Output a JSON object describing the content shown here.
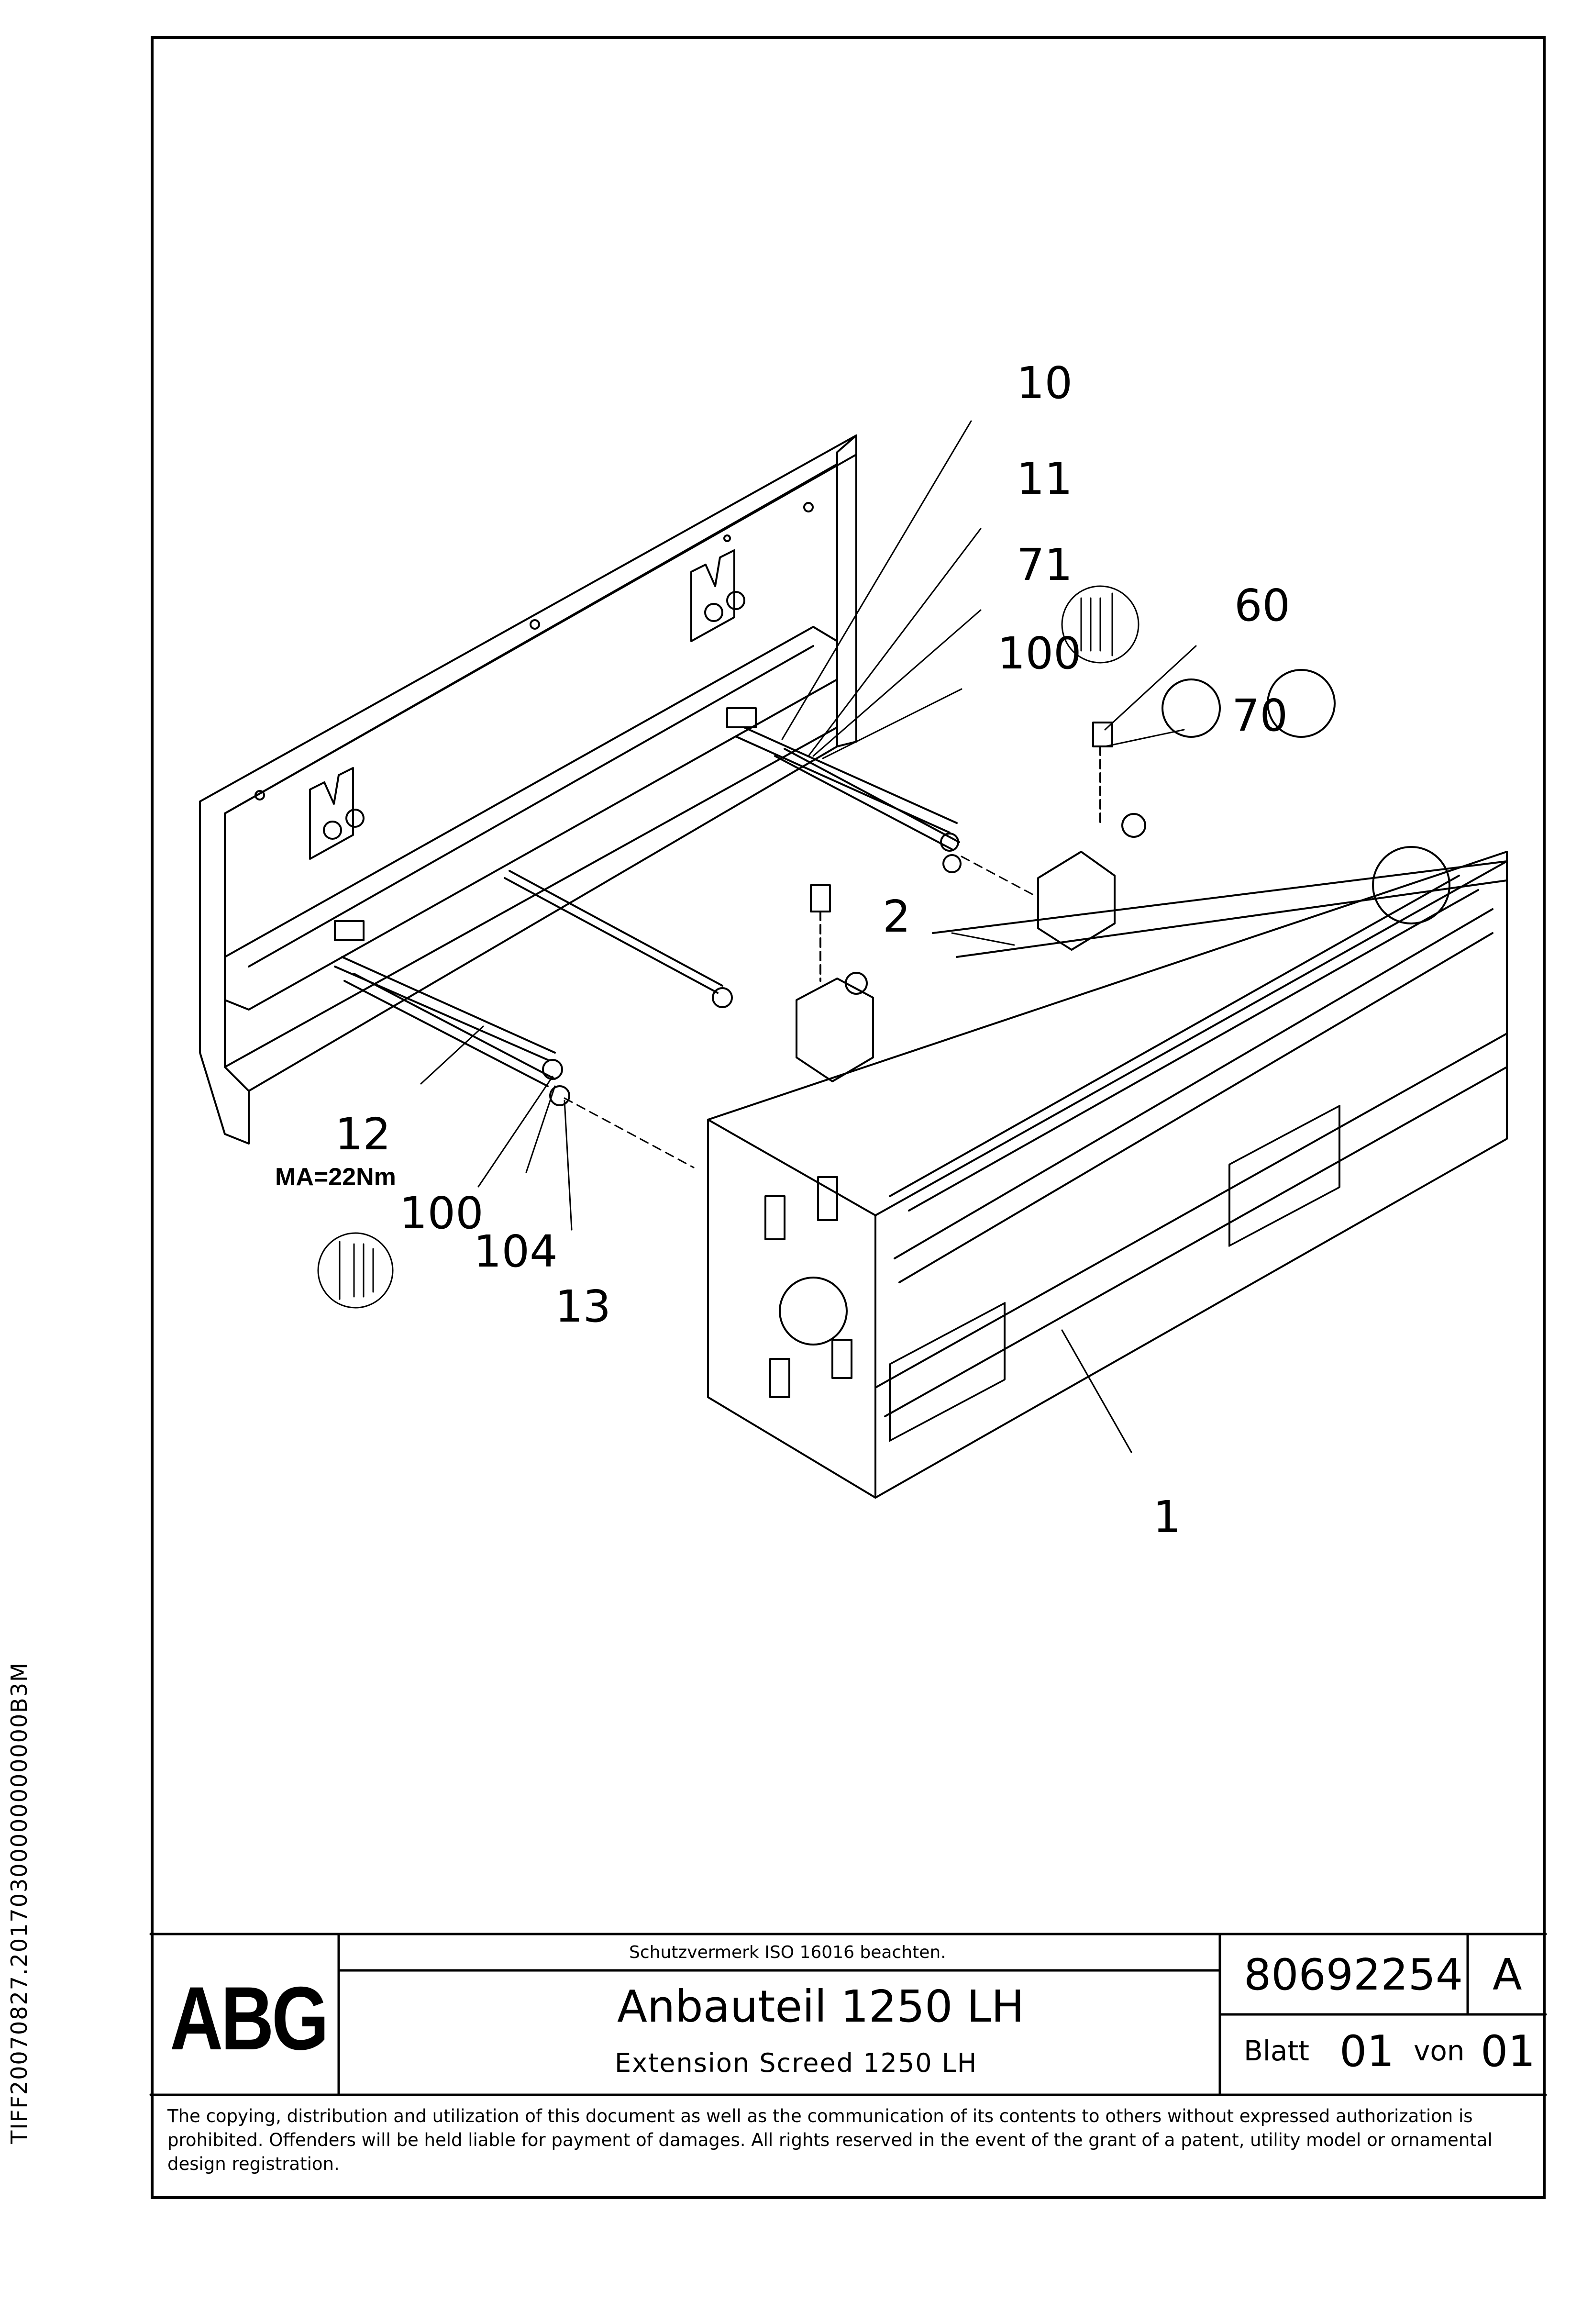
{
  "sidebar_code": "TIFF20070827.20170300000000000B3M",
  "callouts": [
    {
      "id": "c10",
      "text": "10"
    },
    {
      "id": "c11",
      "text": "11"
    },
    {
      "id": "c71",
      "text": "71"
    },
    {
      "id": "c100a",
      "text": "100"
    },
    {
      "id": "c60",
      "text": "60"
    },
    {
      "id": "c70",
      "text": "70"
    },
    {
      "id": "c2",
      "text": "2"
    },
    {
      "id": "c12",
      "text": "12"
    },
    {
      "id": "c100b",
      "text": "100"
    },
    {
      "id": "c104",
      "text": "104"
    },
    {
      "id": "c13",
      "text": "13"
    },
    {
      "id": "c1",
      "text": "1"
    }
  ],
  "torque_note": "MA=22Nm",
  "title_block": {
    "logo": "ABG",
    "protection_note": "Schutzvermerk ISO 16016 beachten.",
    "title_de": "Anbauteil 1250 LH",
    "title_en": "Extension Screed 1250 LH",
    "part_number": "80692254",
    "revision": "A",
    "sheet_label": "Blatt",
    "sheet_number": "01",
    "of_label": "von",
    "sheet_total": "01"
  },
  "disclaimer": "The copying, distribution and utilization of this document as well as the communication of its contents to others without expressed authorization is prohibited. Offenders will be held liable for payment of damages. All rights reserved in the event of the grant of a patent, utility model or ornamental design registration."
}
